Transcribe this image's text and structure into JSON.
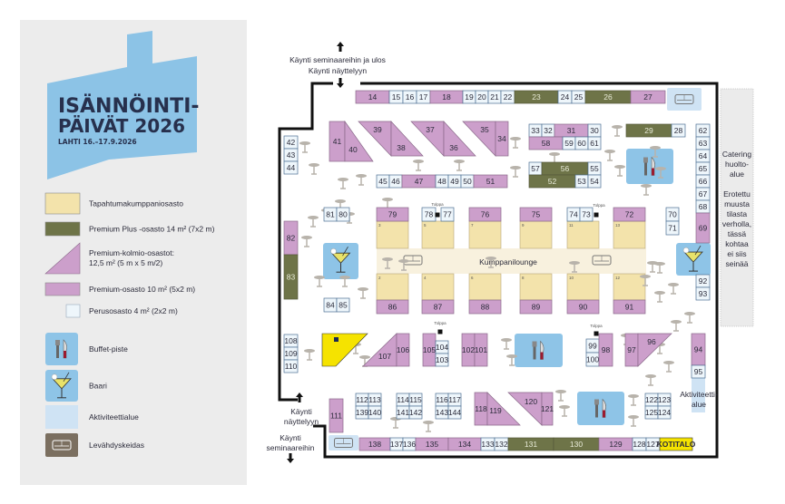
{
  "logo": {
    "line1": "ISÄNNÖINTI-",
    "line2": "PÄIVÄT 2026",
    "dates": "LAHTI 16.–17.9.2026"
  },
  "legend": [
    {
      "type": "partner",
      "label": "Tapahtumakumppaniosasto"
    },
    {
      "type": "plus",
      "label": "Premium Plus -osasto 14 m² (7x2 m)"
    },
    {
      "type": "triangle",
      "label": "Premium-kolmio-osastot:",
      "label2": "12,5 m² (5 m x 5 m/2)"
    },
    {
      "type": "premium",
      "label": "Premium-osasto 10 m² (5x2 m)"
    },
    {
      "type": "basic",
      "label": "Perusosasto 4 m² (2x2 m)"
    },
    {
      "type": "buffet",
      "label": "Buffet-piste"
    },
    {
      "type": "bar",
      "label": "Baari"
    },
    {
      "type": "activity",
      "label": "Aktiviteettialue"
    },
    {
      "type": "rest",
      "label": "Levähdyskeidas"
    }
  ],
  "entrances": {
    "top_line1": "Käynti seminaareihin ja ulos",
    "top_line2": "Käynti näyttelyyn",
    "bottom_in1": "Käynti",
    "bottom_in2": "näyttelyyn",
    "bottom_out1": "Käynti",
    "bottom_out2": "seminaareihin"
  },
  "catering": {
    "lines": [
      "Catering",
      "huolto-",
      "alue",
      "",
      "Erotettu",
      "muusta",
      "tilasta",
      "verholla,",
      "tässä",
      "kohtaa",
      "ei siis",
      "seinää"
    ]
  },
  "activity_label": {
    "line1": "Aktiviteetti-",
    "line2": "alue"
  },
  "lounge_label": "Kumppanilounge",
  "pillar_label": "Tolppa",
  "sponsor_label": "KOTITALO",
  "partner_slots": [
    "3",
    "5",
    "7",
    "9",
    "11",
    "13",
    "2",
    "4",
    "6",
    "8",
    "10",
    "12"
  ],
  "booths": [
    {
      "id": "14",
      "type": "premium"
    },
    {
      "id": "15",
      "type": "basic"
    },
    {
      "id": "16",
      "type": "basic"
    },
    {
      "id": "17",
      "type": "basic"
    },
    {
      "id": "18",
      "type": "premium"
    },
    {
      "id": "19",
      "type": "basic"
    },
    {
      "id": "20",
      "type": "basic"
    },
    {
      "id": "21",
      "type": "basic"
    },
    {
      "id": "22",
      "type": "basic"
    },
    {
      "id": "23",
      "type": "plus"
    },
    {
      "id": "24",
      "type": "basic"
    },
    {
      "id": "25",
      "type": "basic"
    },
    {
      "id": "26",
      "type": "plus"
    },
    {
      "id": "27",
      "type": "premium"
    },
    {
      "id": "42",
      "type": "basic"
    },
    {
      "id": "43",
      "type": "basic"
    },
    {
      "id": "44",
      "type": "basic"
    },
    {
      "id": "41",
      "type": "premium"
    },
    {
      "id": "40",
      "type": "triangle"
    },
    {
      "id": "39",
      "type": "triangle"
    },
    {
      "id": "38",
      "type": "triangle"
    },
    {
      "id": "37",
      "type": "triangle"
    },
    {
      "id": "36",
      "type": "triangle"
    },
    {
      "id": "35",
      "type": "triangle"
    },
    {
      "id": "34",
      "type": "premium"
    },
    {
      "id": "33",
      "type": "basic"
    },
    {
      "id": "32",
      "type": "basic"
    },
    {
      "id": "31",
      "type": "premium"
    },
    {
      "id": "30",
      "type": "basic"
    },
    {
      "id": "58",
      "type": "premium"
    },
    {
      "id": "59",
      "type": "basic"
    },
    {
      "id": "60",
      "type": "basic"
    },
    {
      "id": "61",
      "type": "basic"
    },
    {
      "id": "29",
      "type": "plus"
    },
    {
      "id": "28",
      "type": "basic"
    },
    {
      "id": "62",
      "type": "basic"
    },
    {
      "id": "63",
      "type": "basic"
    },
    {
      "id": "64",
      "type": "basic"
    },
    {
      "id": "65",
      "type": "basic"
    },
    {
      "id": "66",
      "type": "basic"
    },
    {
      "id": "67",
      "type": "basic"
    },
    {
      "id": "68",
      "type": "basic"
    },
    {
      "id": "69",
      "type": "premium"
    },
    {
      "id": "57",
      "type": "basic"
    },
    {
      "id": "56",
      "type": "plus"
    },
    {
      "id": "55",
      "type": "basic"
    },
    {
      "id": "52",
      "type": "plus"
    },
    {
      "id": "53",
      "type": "basic"
    },
    {
      "id": "54",
      "type": "basic"
    },
    {
      "id": "45",
      "type": "basic"
    },
    {
      "id": "46",
      "type": "basic"
    },
    {
      "id": "47",
      "type": "premium"
    },
    {
      "id": "48",
      "type": "basic"
    },
    {
      "id": "49",
      "type": "basic"
    },
    {
      "id": "50",
      "type": "basic"
    },
    {
      "id": "51",
      "type": "premium"
    },
    {
      "id": "81",
      "type": "basic"
    },
    {
      "id": "80",
      "type": "basic"
    },
    {
      "id": "79",
      "type": "premium"
    },
    {
      "id": "78",
      "type": "basic"
    },
    {
      "id": "77",
      "type": "basic"
    },
    {
      "id": "76",
      "type": "premium"
    },
    {
      "id": "75",
      "type": "premium"
    },
    {
      "id": "74",
      "type": "basic"
    },
    {
      "id": "73",
      "type": "basic"
    },
    {
      "id": "72",
      "type": "premium"
    },
    {
      "id": "70",
      "type": "basic"
    },
    {
      "id": "71",
      "type": "basic"
    },
    {
      "id": "82",
      "type": "premium"
    },
    {
      "id": "83",
      "type": "plus"
    },
    {
      "id": "86",
      "type": "premium"
    },
    {
      "id": "87",
      "type": "premium"
    },
    {
      "id": "88",
      "type": "premium"
    },
    {
      "id": "89",
      "type": "premium"
    },
    {
      "id": "90",
      "type": "premium"
    },
    {
      "id": "91",
      "type": "premium"
    },
    {
      "id": "84",
      "type": "basic"
    },
    {
      "id": "85",
      "type": "basic"
    },
    {
      "id": "92",
      "type": "basic"
    },
    {
      "id": "93",
      "type": "basic"
    },
    {
      "id": "108",
      "type": "basic"
    },
    {
      "id": "109",
      "type": "basic"
    },
    {
      "id": "110",
      "type": "basic"
    },
    {
      "id": "107",
      "type": "triangle"
    },
    {
      "id": "106",
      "type": "premium"
    },
    {
      "id": "105",
      "type": "premium"
    },
    {
      "id": "104",
      "type": "basic"
    },
    {
      "id": "103",
      "type": "basic"
    },
    {
      "id": "102",
      "type": "premium"
    },
    {
      "id": "101",
      "type": "premium"
    },
    {
      "id": "99",
      "type": "basic"
    },
    {
      "id": "100",
      "type": "basic"
    },
    {
      "id": "98",
      "type": "premium"
    },
    {
      "id": "97",
      "type": "premium"
    },
    {
      "id": "96",
      "type": "triangle"
    },
    {
      "id": "94",
      "type": "premium"
    },
    {
      "id": "95",
      "type": "basic"
    },
    {
      "id": "111",
      "type": "premium"
    },
    {
      "id": "112",
      "type": "basic"
    },
    {
      "id": "113",
      "type": "basic"
    },
    {
      "id": "139",
      "type": "basic"
    },
    {
      "id": "140",
      "type": "basic"
    },
    {
      "id": "114",
      "type": "basic"
    },
    {
      "id": "115",
      "type": "basic"
    },
    {
      "id": "141",
      "type": "basic"
    },
    {
      "id": "142",
      "type": "basic"
    },
    {
      "id": "116",
      "type": "basic"
    },
    {
      "id": "117",
      "type": "basic"
    },
    {
      "id": "143",
      "type": "basic"
    },
    {
      "id": "144",
      "type": "basic"
    },
    {
      "id": "118",
      "type": "premium"
    },
    {
      "id": "119",
      "type": "triangle"
    },
    {
      "id": "120",
      "type": "triangle"
    },
    {
      "id": "121",
      "type": "premium"
    },
    {
      "id": "122",
      "type": "basic"
    },
    {
      "id": "123",
      "type": "basic"
    },
    {
      "id": "125",
      "type": "basic"
    },
    {
      "id": "124",
      "type": "basic"
    },
    {
      "id": "138",
      "type": "premium"
    },
    {
      "id": "137",
      "type": "basic"
    },
    {
      "id": "136",
      "type": "basic"
    },
    {
      "id": "135",
      "type": "premium"
    },
    {
      "id": "134",
      "type": "premium"
    },
    {
      "id": "133",
      "type": "basic"
    },
    {
      "id": "132",
      "type": "basic"
    },
    {
      "id": "131",
      "type": "plus"
    },
    {
      "id": "130",
      "type": "plus"
    },
    {
      "id": "129",
      "type": "premium"
    },
    {
      "id": "128",
      "type": "basic"
    },
    {
      "id": "127",
      "type": "basic"
    }
  ],
  "colors": {
    "premium": "#cc9fcb",
    "plus": "#6e7448",
    "partner": "#f3e3ab",
    "basic": "#eef6fb",
    "buffet": "#8ec4e7",
    "activity": "#cfe3f4",
    "rest": "#7b6f60",
    "lounge": "#f8f1de",
    "sponsor": "#f5e300",
    "table": "#b8b3ab",
    "text": "#27304d"
  }
}
